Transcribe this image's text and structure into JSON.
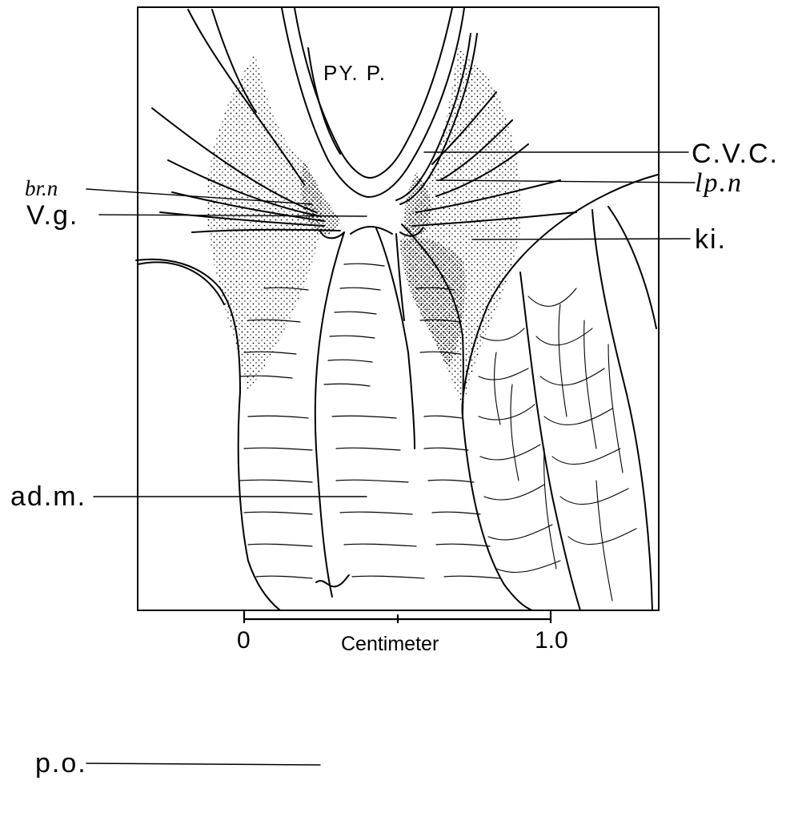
{
  "figure": {
    "labels": {
      "pyp": "PY. P.",
      "cvc": "C.V.C.",
      "lpn": "lp.n",
      "brn": "br.n",
      "vg": "V.g.",
      "ki": "ki.",
      "adm": "ad.m.",
      "po": "p.o."
    },
    "scale_bar": {
      "start_label": "0",
      "end_label": "1.0",
      "unit_label": "Centimeter"
    }
  }
}
